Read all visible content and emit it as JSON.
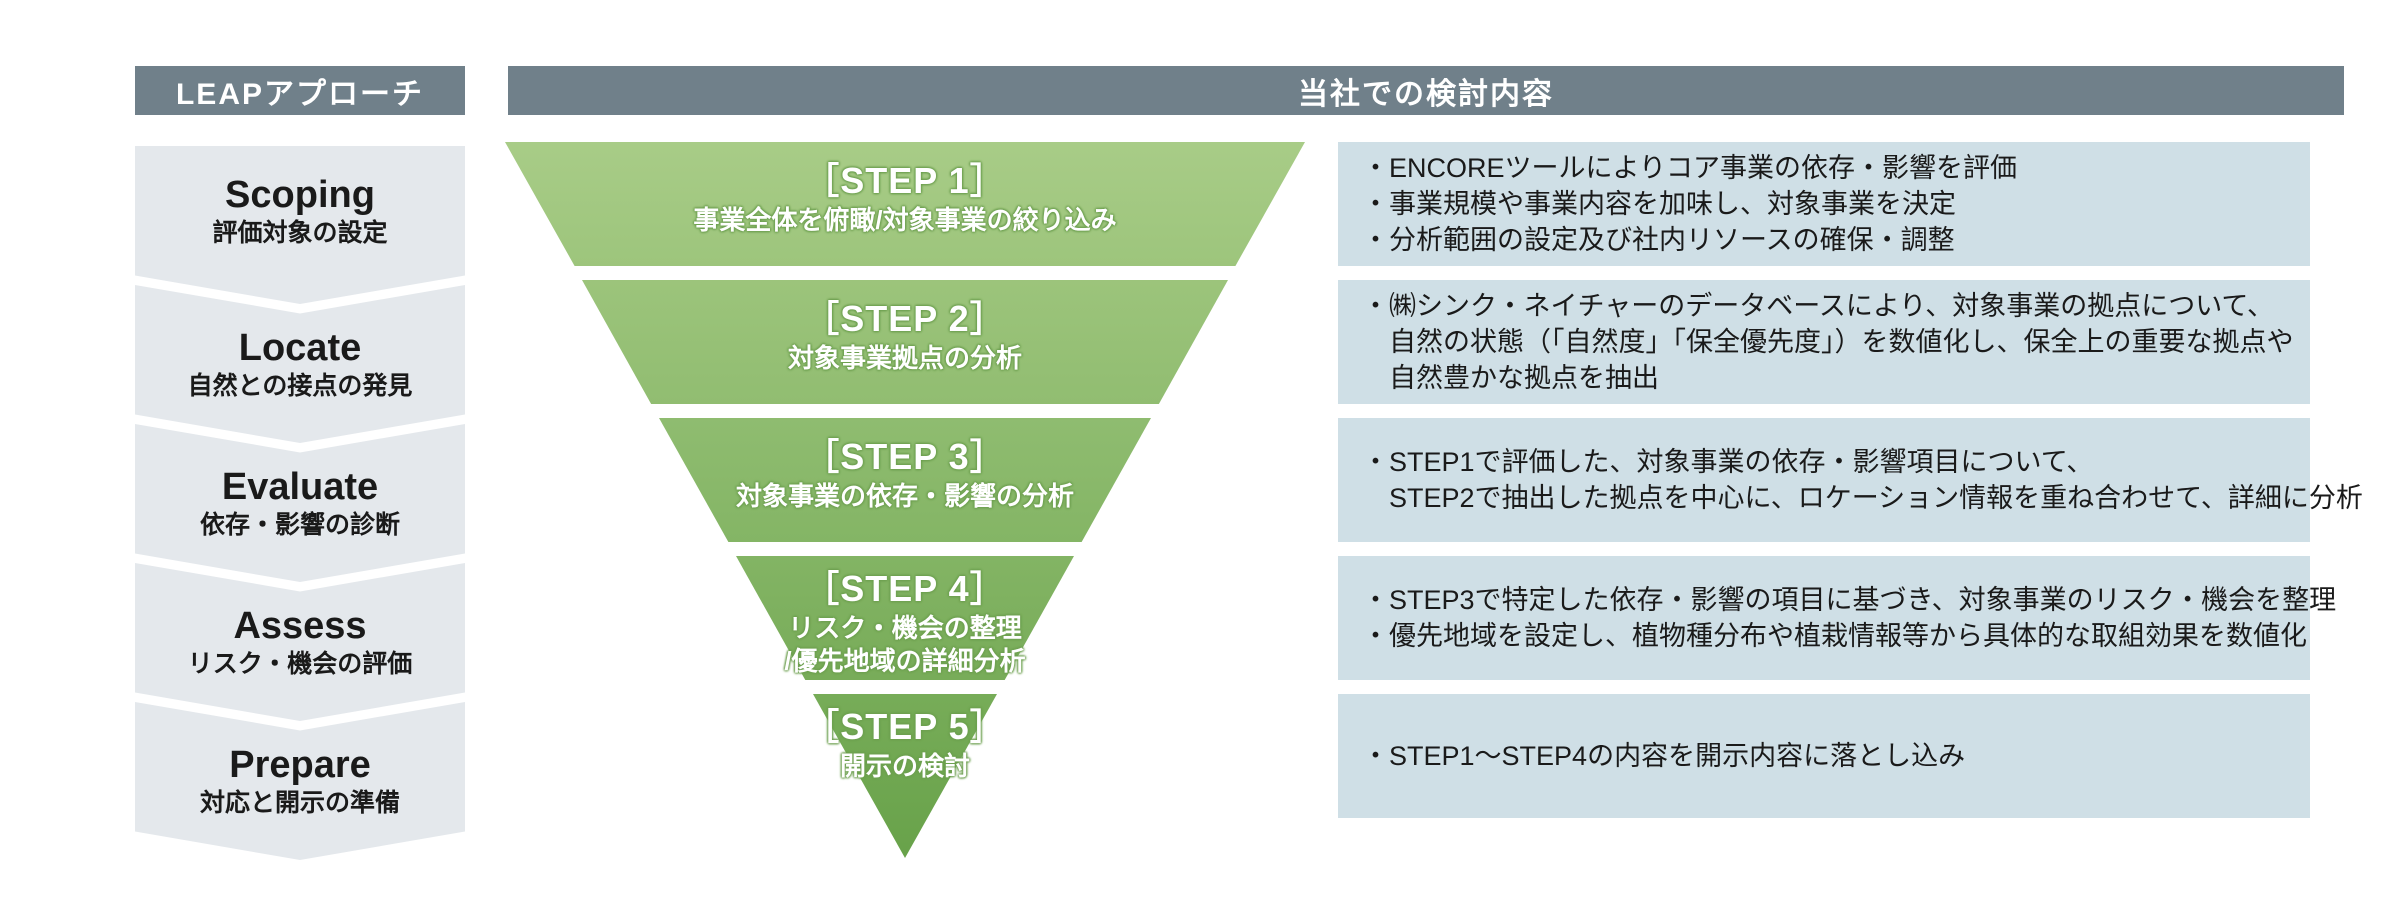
{
  "header": {
    "left_title": "LEAPアプローチ",
    "right_title": "当社での検討内容"
  },
  "leap_steps": [
    {
      "en": "Scoping",
      "ja": "評価対象の設定"
    },
    {
      "en": "Locate",
      "ja": "自然との接点の発見"
    },
    {
      "en": "Evaluate",
      "ja": "依存・影響の診断"
    },
    {
      "en": "Assess",
      "ja": "リスク・機会の評価"
    },
    {
      "en": "Prepare",
      "ja": "対応と開示の準備"
    }
  ],
  "funnel_steps": [
    {
      "label": "［STEP 1］",
      "line1": "事業全体を俯瞰/対象事業の絞り込み"
    },
    {
      "label": "［STEP 2］",
      "line1": "対象事業拠点の分析"
    },
    {
      "label": "［STEP 3］",
      "line1": "対象事業の依存・影響の分析"
    },
    {
      "label": "［STEP 4］",
      "line1": "リスク・機会の整理",
      "line2": "/優先地域の詳細分析"
    },
    {
      "label": "［STEP 5］",
      "line1": "開示の検討"
    }
  ],
  "detail_boxes": [
    {
      "lines": [
        "・ENCOREツールによりコア事業の依存・影響を評価",
        "・事業規模や事業内容を加味し、対象事業を決定",
        "・分析範囲の設定及び社内リソースの確保・調整"
      ]
    },
    {
      "lines": [
        "・㈱シンク・ネイチャーのデータベースにより、対象事業の拠点について、",
        "　自然の状態（「自然度」「保全優先度」）を数値化し、保全上の重要な拠点や",
        "　自然豊かな拠点を抽出"
      ]
    },
    {
      "lines": [
        "・STEP1で評価した、対象事業の依存・影響項目について、",
        "　STEP2で抽出した拠点を中心に、ロケーション情報を重ね合わせて、詳細に分析"
      ]
    },
    {
      "lines": [
        "・STEP3で特定した依存・影響の項目に基づき、対象事業のリスク・機会を整理",
        "・優先地域を設定し、植物種分布や植栽情報等から具体的な取組効果を数値化"
      ]
    },
    {
      "lines": [
        "・STEP1～STEP4の内容を開示内容に落とし込み"
      ]
    }
  ],
  "colors": {
    "header_bg": "#70808a",
    "sidebar_item_bg": "#e4e8ec",
    "funnel_green_top": "#a8cc87",
    "funnel_green_bottom": "#68a24a",
    "detail_box_bg": "#cfdfe6",
    "text_dark": "#1a1a1a"
  }
}
